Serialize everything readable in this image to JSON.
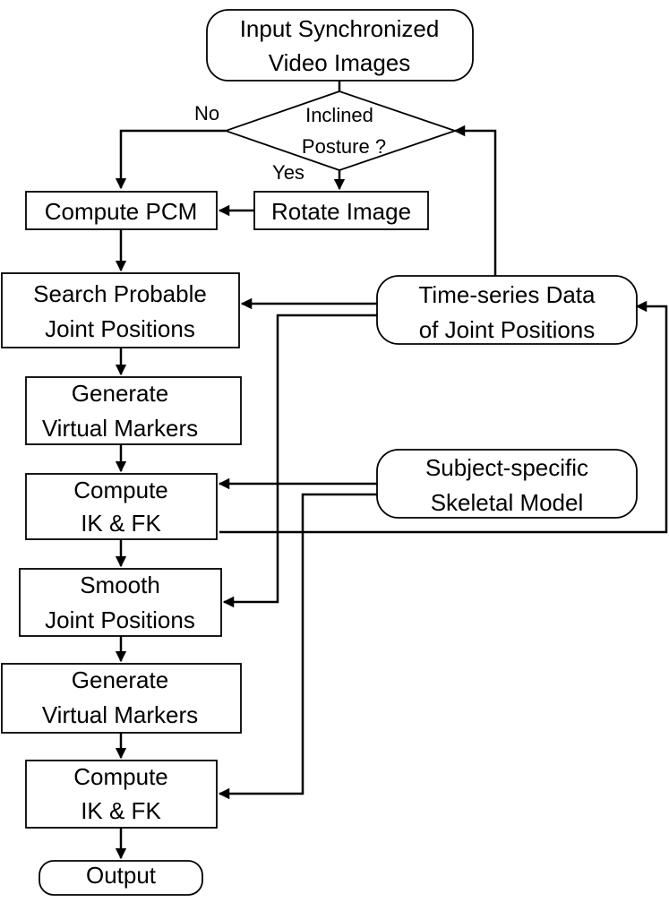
{
  "nodes": {
    "input": {
      "line1": "Input Synchronized",
      "line2": "Video Images"
    },
    "decision": {
      "line1": "Inclined",
      "line2": "Posture ?"
    },
    "compute_pcm": {
      "line1": "Compute PCM"
    },
    "rotate_image": {
      "line1": "Rotate Image"
    },
    "search_joints": {
      "line1": "Search Probable",
      "line2": "Joint Positions"
    },
    "generate_markers_1": {
      "line1": "Generate",
      "line2": "Virtual Markers"
    },
    "compute_ikfk_1": {
      "line1": "Compute",
      "line2": "IK & FK"
    },
    "smooth_joints": {
      "line1": "Smooth",
      "line2": "Joint Positions"
    },
    "generate_markers_2": {
      "line1": "Generate",
      "line2": "Virtual Markers"
    },
    "compute_ikfk_2": {
      "line1": "Compute",
      "line2": "IK & FK"
    },
    "output": {
      "line1": "Output"
    },
    "time_series": {
      "line1": "Time-series Data",
      "line2": "of Joint Positions"
    },
    "skeletal_model": {
      "line1": "Subject-specific",
      "line2": "Skeletal Model"
    }
  },
  "edge_labels": {
    "no": "No",
    "yes": "Yes"
  }
}
